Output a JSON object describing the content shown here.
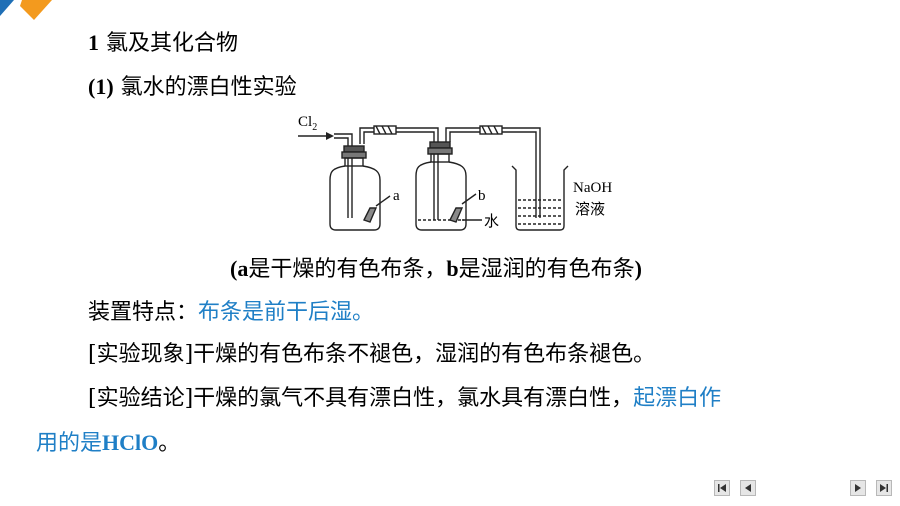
{
  "heading1": {
    "num": "1",
    "text": "氯及其化合物"
  },
  "heading2": {
    "num": "(1)",
    "text": "氯水的漂白性实验"
  },
  "diagram": {
    "cl2_label": "Cl",
    "cl2_sub": "2",
    "label_a": "a",
    "label_b": "b",
    "label_water": "水",
    "label_naoh": "NaOH",
    "label_solution": "溶液"
  },
  "caption": {
    "open": "(",
    "a": "a",
    "part1": "是干燥的有色布条，",
    "b": "b",
    "part2": "是湿润的有色布条",
    "close": ")"
  },
  "feature": {
    "label": "装置特点：",
    "answer": "布条是前干后湿。"
  },
  "phenomenon": {
    "text": "[实验现象]干燥的有色布条不褪色，湿润的有色布条褪色。"
  },
  "conclusion": {
    "text": "[实验结论]干燥的氯气不具有漂白性，氯水具有漂白性，",
    "answer1": "起漂白作",
    "answer2_pre": "用的是",
    "answer2_formula": "HClO",
    "end": "。"
  },
  "colors": {
    "answer": "#1f7fc6",
    "corner_blue": "#1f6fb6",
    "corner_orange": "#f39a1e"
  },
  "nav": {
    "first": "first-page-icon",
    "prev": "previous-page-icon",
    "next": "next-page-icon",
    "last": "last-page-icon"
  }
}
